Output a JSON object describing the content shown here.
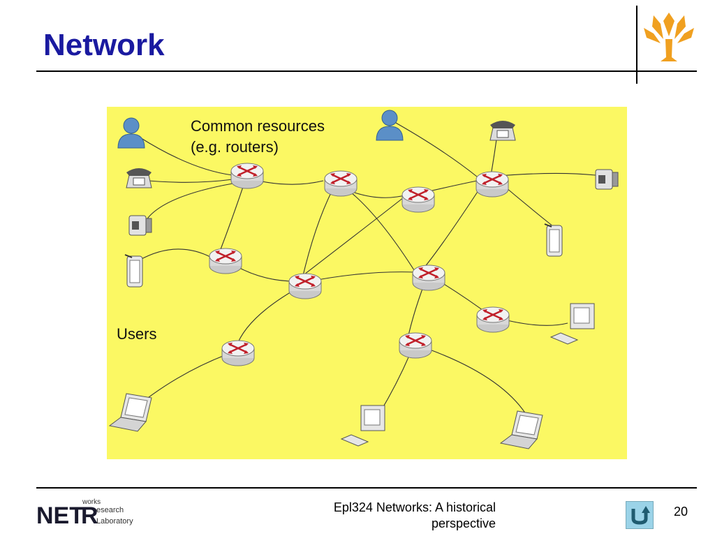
{
  "slide": {
    "title": "Network",
    "page_number": "20"
  },
  "diagram": {
    "label_resources_line1": "Common resources",
    "label_resources_line2": "(e.g. routers)",
    "label_users": "Users",
    "colors": {
      "background": "#fbf863",
      "router_arrow": "#c0202a",
      "link": "#333333"
    }
  },
  "footer": {
    "course_line1": "Epl324 Networks: A historical",
    "course_line2": "perspective",
    "lab_logo": {
      "net": "NET",
      "r": "R",
      "works": "works",
      "esearch": "esearch",
      "laboratory": "Laboratory"
    }
  },
  "icons": [
    "university-logo-icon",
    "router-icon",
    "user-icon",
    "telephone-icon",
    "camcorder-icon",
    "tablet-icon",
    "desktop-icon",
    "laptop-icon",
    "return-icon"
  ]
}
